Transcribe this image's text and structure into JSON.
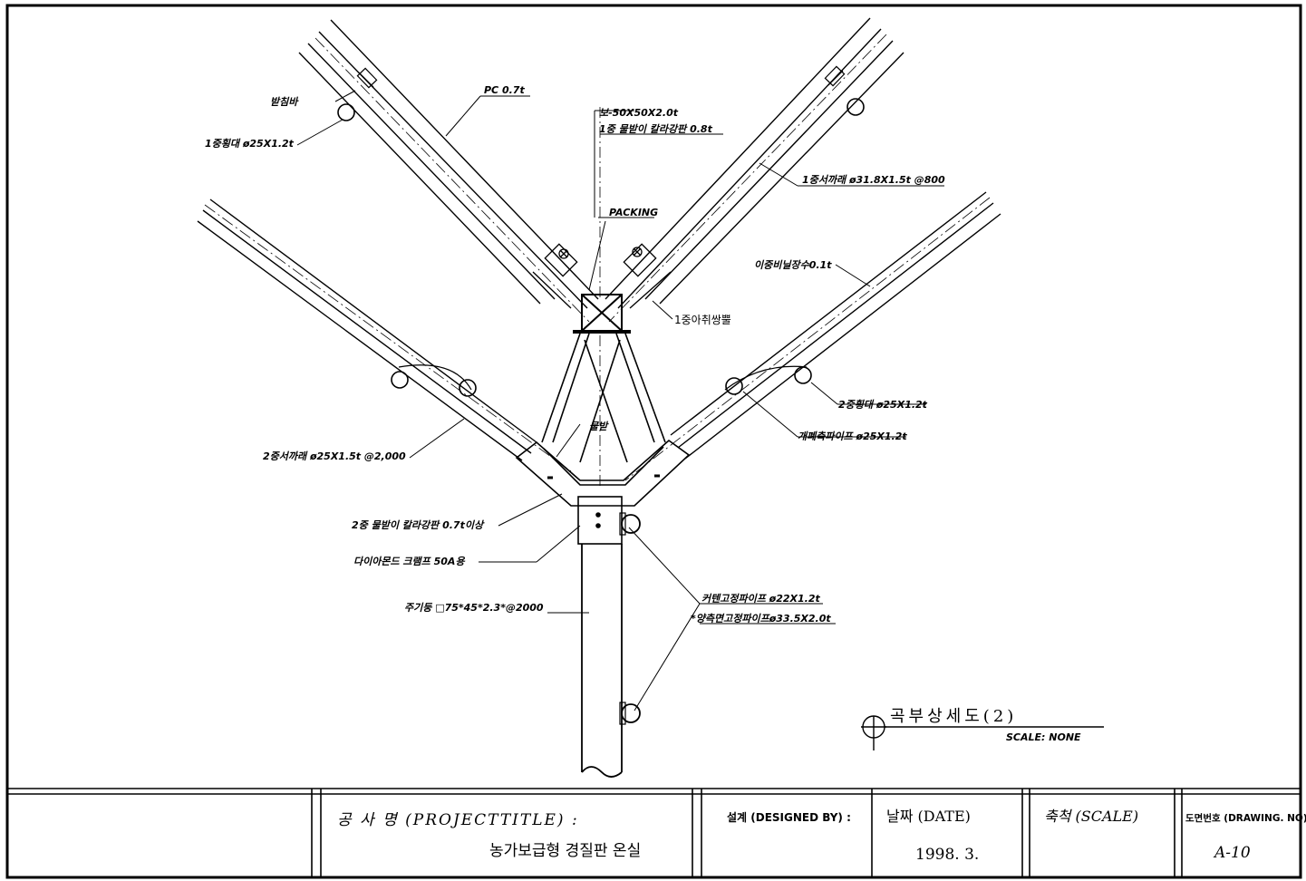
{
  "labels": {
    "rafter_support": "받침바",
    "pc": "PC 0.7t",
    "beam": "보-50X50X2.0t",
    "gutter1": "1중 물받이 칼라강판 0.8t",
    "purlin1": "1중횡대 ø25X1.2t",
    "rafter1": "1중서까래 ø31.8X1.5t @800",
    "packing": "PACKING",
    "vinyl2": "이중비닐장수0.1t",
    "arch1": "1중아취쌍뿔",
    "trough": "물받",
    "purlin2": "2중횡대 ø25X1.2t",
    "opening_pipe": "개폐축파이프 ø25X1.2t",
    "rafter2": "2중서까래 ø25X1.5t @2,000",
    "gutter2": "2중 물받이 칼라강판 0.7t이상",
    "clamp": "다이아몬드 크램프 50A용",
    "column": "주기둥 □75*45*2.3*@2000",
    "curtain_pipe": "커텐고정파이프 ø22X1.2t",
    "side_pipe": "*양측면고정파이프ø33.5X2.0t"
  },
  "detail": {
    "title": "곡부상세도(2)",
    "scale": "SCALE: NONE"
  },
  "title_block": {
    "project_label": "공 사 명 (PROJECTTITLE) :",
    "project_value": "농가보급형 경질판 온실",
    "designed_by_label": "설계 (DESIGNED BY) :",
    "date_label": "날짜 (DATE)",
    "date_value": "1998. 3.",
    "scale_label": "축척 (SCALE)",
    "drawing_no_label": "도면번호 (DRAWING. NO) :",
    "drawing_no_value": "A-10"
  }
}
